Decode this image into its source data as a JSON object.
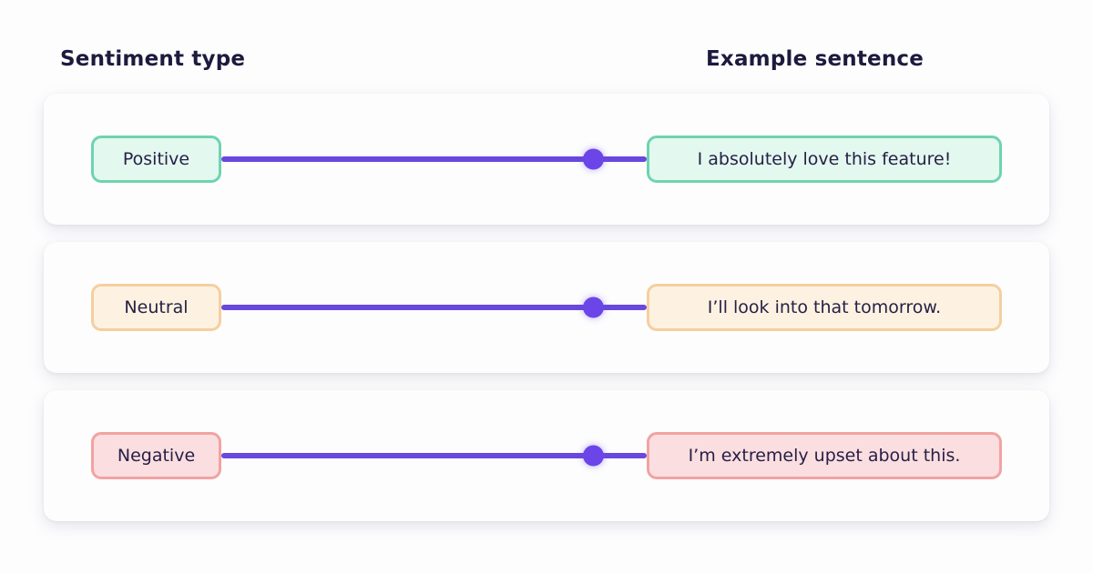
{
  "headers": {
    "sentiment": "Sentiment type",
    "example": "Example sentence"
  },
  "connector": {
    "line_color": "#6948dd",
    "dot_color": "#6b45e8"
  },
  "text_color": "#262046",
  "header_color": "#1d1a3e",
  "rows": [
    {
      "sentiment": "Positive",
      "example": "I absolutely love this feature!",
      "badge_bg": "#e3f8ef",
      "badge_border": "#6fd3b0"
    },
    {
      "sentiment": "Neutral",
      "example": "I’ll look into that tomorrow.",
      "badge_bg": "#fdf2e1",
      "badge_border": "#f5cf9f"
    },
    {
      "sentiment": "Negative",
      "example": "I’m extremely upset about this.",
      "badge_bg": "#fbdee0",
      "badge_border": "#f2a3a1"
    }
  ]
}
